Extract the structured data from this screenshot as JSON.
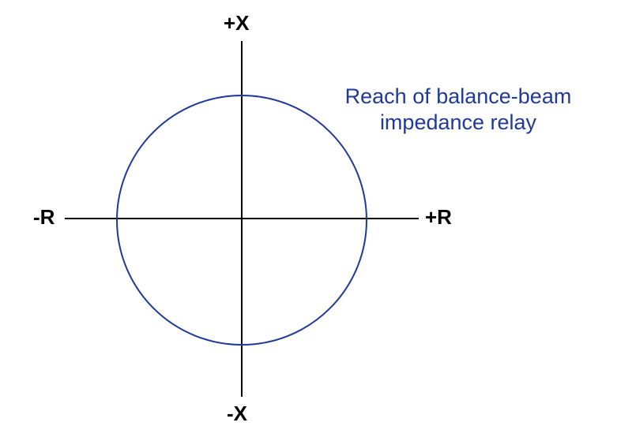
{
  "axes": {
    "positive_x_label": "+X",
    "negative_x_label": "-X",
    "negative_r_label": "-R",
    "positive_r_label": "+R"
  },
  "annotation": {
    "line1": "Reach of balance-beam",
    "line2": "impedance relay"
  },
  "colors": {
    "axis": "#000000",
    "circle": "#1f3a9a",
    "annotation_text": "#1f3a9a"
  }
}
